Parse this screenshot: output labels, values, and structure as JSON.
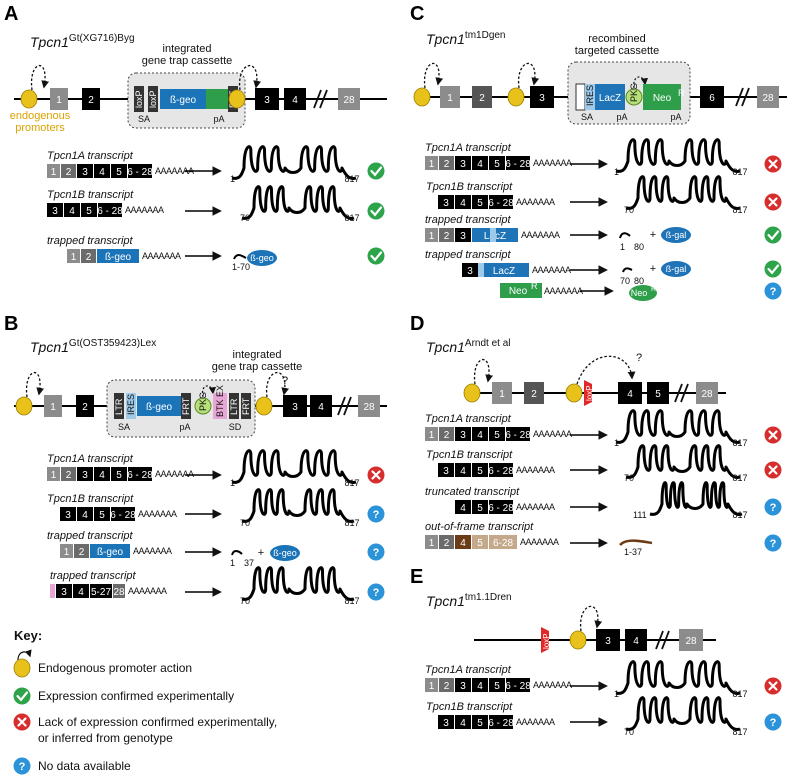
{
  "panels": {
    "A": {
      "letter": "A",
      "allele": "Tpcn1",
      "allele_sup": "Gt(XG716)Byg",
      "cassette_title": "integrated\ngene trap cassette",
      "endogenous_label": "endogenous\npromoters",
      "elements": [
        "loxP",
        "loxP",
        "ß-geo",
        "FRT"
      ],
      "sa": "SA",
      "pa": "pA",
      "exons": [
        "1",
        "2",
        "3",
        "4",
        "28"
      ],
      "transcripts": [
        {
          "label": "Tpcn1A transcript",
          "italic_part": "Tpcn1A",
          "exons": [
            "1",
            "2",
            "3",
            "4",
            "5",
            "6 - 28"
          ],
          "poly": "AAAAAAA",
          "start": "1",
          "end": "817",
          "status": "confirmed"
        },
        {
          "label": "Tpcn1B transcript",
          "italic_part": "Tpcn1B",
          "exons": [
            "3",
            "4",
            "5",
            "6 - 28"
          ],
          "poly": "AAAAAAA",
          "start": "70",
          "end": "817",
          "status": "confirmed"
        },
        {
          "label": "trapped transcript",
          "exons": [
            "1",
            "2",
            "ß-geo"
          ],
          "poly": "AAAAAAA",
          "product": "1-70",
          "fusion": "ß-geo",
          "status": "confirmed"
        }
      ]
    },
    "B": {
      "letter": "B",
      "allele": "Tpcn1",
      "allele_sup": "Gt(OST359423)Lex",
      "cassette_title": "integrated\ngene trap cassette",
      "elements": [
        "LTR",
        "IRES",
        "ß-geo",
        "FRT",
        "PKG",
        "BTK EX",
        "LTR",
        "FRT"
      ],
      "sa": "SA",
      "pa": "pA",
      "sd": "SD",
      "q": "?",
      "exons": [
        "1",
        "2",
        "3",
        "4",
        "28"
      ],
      "transcripts": [
        {
          "label": "Tpcn1A transcript",
          "exons": [
            "1",
            "2",
            "3",
            "4",
            "5",
            "6 - 28"
          ],
          "poly": "AAAAAAA",
          "start": "1",
          "end": "817",
          "status": "absent"
        },
        {
          "label": "Tpcn1B transcript",
          "exons": [
            "3",
            "4",
            "5",
            "6 - 28"
          ],
          "poly": "AAAAAAA",
          "start": "70",
          "end": "817",
          "status": "no-data"
        },
        {
          "label": "trapped transcript",
          "exons": [
            "1",
            "2",
            "ß-geo"
          ],
          "poly": "AAAAAAA",
          "product_a": "1",
          "product_b": "37",
          "plus": "+",
          "fusion": "ß-geo",
          "status": "no-data"
        },
        {
          "label": "trapped transcript",
          "exons": [
            "3",
            "4",
            "5-27",
            "28"
          ],
          "poly": "AAAAAAA",
          "start": "70",
          "end": "817",
          "status": "no-data"
        }
      ]
    },
    "C": {
      "letter": "C",
      "allele": "Tpcn1",
      "allele_sup": "tm1Dgen",
      "cassette_title": "recombined\ntargeted cassette",
      "elements": [
        "IRES",
        "LacZ",
        "PKG",
        "NeoR"
      ],
      "sa": "SA",
      "pa": "pA",
      "pa2": "pA",
      "exons": [
        "1",
        "2",
        "3",
        "6",
        "28"
      ],
      "transcripts": [
        {
          "label": "Tpcn1A transcript",
          "exons": [
            "1",
            "2",
            "3",
            "4",
            "5",
            "6 - 28"
          ],
          "poly": "AAAAAAA",
          "start": "1",
          "end": "817",
          "status": "absent"
        },
        {
          "label": "Tpcn1B transcript",
          "exons": [
            "3",
            "4",
            "5",
            "6 - 28"
          ],
          "poly": "AAAAAAA",
          "start": "70",
          "end": "817",
          "status": "absent"
        },
        {
          "label": "trapped transcript",
          "exons": [
            "1",
            "2",
            "3",
            "LacZ"
          ],
          "poly": "AAAAAAA",
          "product_a": "1",
          "product_b": "80",
          "plus": "+",
          "fusion": "ß-gal",
          "status": "confirmed"
        },
        {
          "label": "trapped transcript",
          "exons": [
            "3",
            "LacZ"
          ],
          "poly": "AAAAAAA",
          "product_a": "70",
          "product_b": "80",
          "plus": "+",
          "fusion": "ß-gal",
          "status": "confirmed"
        },
        {
          "label": "",
          "exons": [
            "NeoR"
          ],
          "poly": "AAAAAAA",
          "fusion": "NeoR",
          "status": "no-data"
        }
      ]
    },
    "D": {
      "letter": "D",
      "allele": "Tpcn1",
      "allele_sup": "Arndt et al",
      "q": "?",
      "loxp": "loxP",
      "exons": [
        "1",
        "2",
        "4",
        "5",
        "28"
      ],
      "transcripts": [
        {
          "label": "Tpcn1A transcript",
          "exons": [
            "1",
            "2",
            "3",
            "4",
            "5",
            "6 - 28"
          ],
          "poly": "AAAAAAA",
          "start": "1",
          "end": "817",
          "status": "absent"
        },
        {
          "label": "Tpcn1B transcript",
          "exons": [
            "3",
            "4",
            "5",
            "6 - 28"
          ],
          "poly": "AAAAAAA",
          "start": "70",
          "end": "817",
          "status": "absent"
        },
        {
          "label": "truncated transcript",
          "exons": [
            "4",
            "5",
            "6 - 28"
          ],
          "poly": "AAAAAAA",
          "start": "111",
          "end": "817",
          "status": "no-data"
        },
        {
          "label": "out-of-frame transcript",
          "exons": [
            "1",
            "2",
            "4",
            "5",
            "6-28"
          ],
          "poly": "AAAAAAA",
          "product": "1-37",
          "status": "no-data"
        }
      ]
    },
    "E": {
      "letter": "E",
      "allele": "Tpcn1",
      "allele_sup": "tm1.1Dren",
      "loxp": "loxP",
      "exons": [
        "3",
        "4",
        "28"
      ],
      "transcripts": [
        {
          "label": "Tpcn1A transcript",
          "exons": [
            "1",
            "2",
            "3",
            "4",
            "5",
            "6 - 28"
          ],
          "poly": "AAAAAAA",
          "start": "1",
          "end": "817",
          "status": "absent"
        },
        {
          "label": "Tpcn1B transcript",
          "exons": [
            "3",
            "4",
            "5",
            "6 - 28"
          ],
          "poly": "AAAAAAA",
          "start": "70",
          "end": "817",
          "status": "no-data"
        }
      ]
    }
  },
  "key": {
    "title": "Key:",
    "items": [
      {
        "icon": "promoter-icon",
        "label": "Endogenous promoter action"
      },
      {
        "icon": "check-icon",
        "label": "Expression confirmed experimentally"
      },
      {
        "icon": "cross-icon",
        "label": "Lack of expression confirmed experimentally,\nor inferred from genotype"
      },
      {
        "icon": "question-icon",
        "label": "No data available"
      }
    ]
  },
  "colors": {
    "exon_black": "#000000",
    "exon_grey": "#8c8c8c",
    "promoter": "#e8c21a",
    "check": "#2da44a",
    "cross": "#d62d2d",
    "question": "#2b93d8",
    "bgeo": "#1c74b8",
    "green_box": "#2e9e4a",
    "ires": "#9ecae9",
    "loxp": "#e02828",
    "cassette_bg": "#e6e6e6"
  }
}
